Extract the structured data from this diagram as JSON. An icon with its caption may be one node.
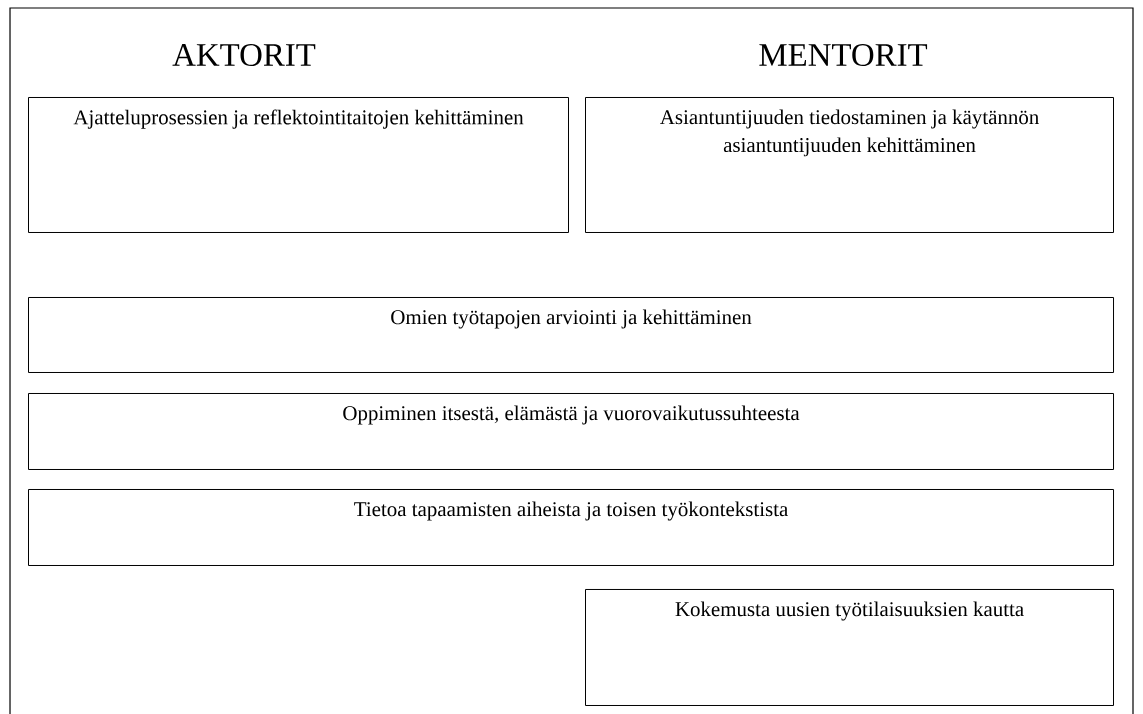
{
  "diagram": {
    "nodes": [
      {
        "text": [
          "Ajatteluprosessien ja reflektointitaitojen kehittäminen"
        ]
      },
      {
        "text": [
          "Asiantuntijuuden tiedostaminen ja käytännön asiantuntijuuden kehittäminen"
        ]
      },
      {
        "text": [
          "Omien työtapojen arviointi ja kehittäminen"
        ]
      },
      {
        "text": [
          "Oppiminen itsestä, elämästä ja vuorovaikutussuhteesta"
        ]
      },
      {
        "text": [
          "Tietoa tapaamisten aiheista ja toisen työkontekstista"
        ]
      },
      {
        "text": [
          "Kokemusta uusien työtilaisuuksien kautta"
        ]
      }
    ],
    "labels": [
      "AKTORIT",
      "MENTORIT"
    ]
  }
}
